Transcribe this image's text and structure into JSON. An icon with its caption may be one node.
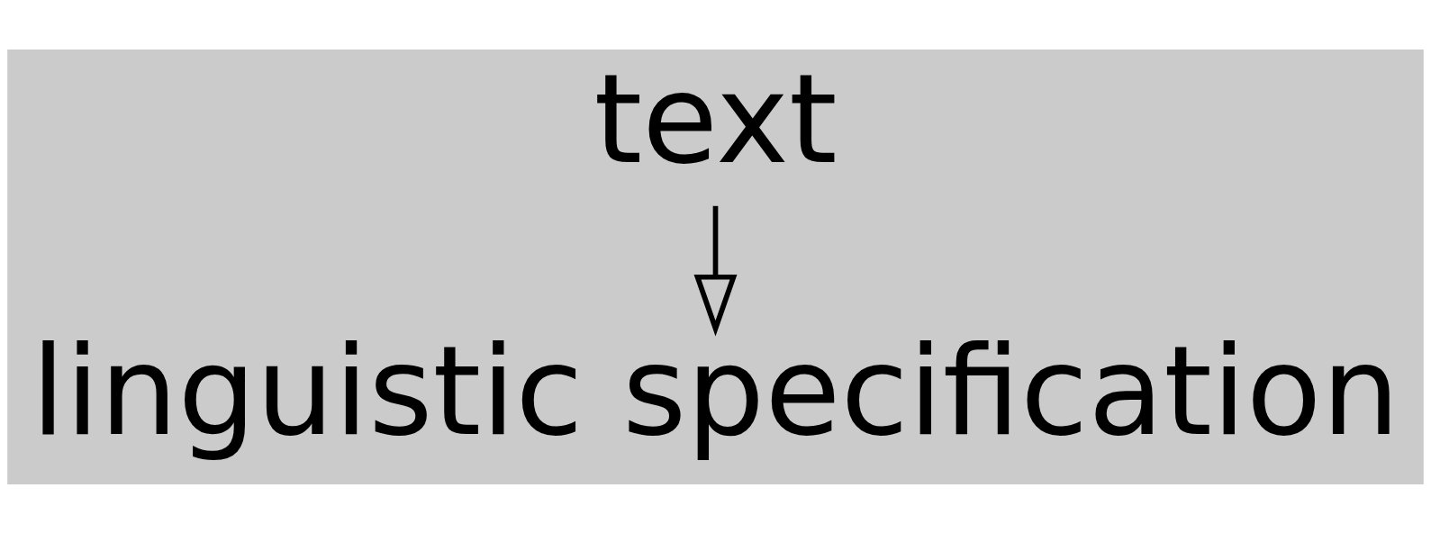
{
  "diagram": {
    "nodes": [
      {
        "text": [
          "text"
        ]
      },
      {
        "text": [
          "linguistic specification"
        ]
      }
    ],
    "edges": [
      {
        "from": 0,
        "to": 1,
        "arrow": "to"
      }
    ]
  }
}
